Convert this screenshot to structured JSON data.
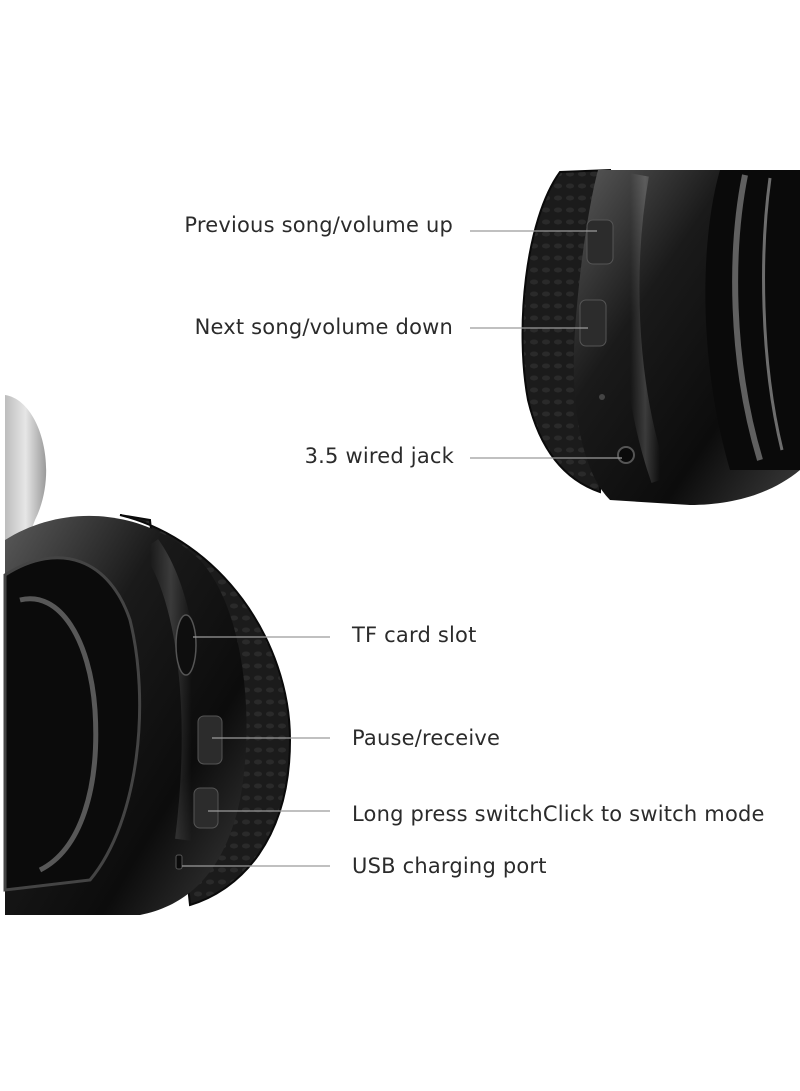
{
  "callouts_top": {
    "prev_song": "Previous song/volume up",
    "next_song": "Next song/volume down",
    "wired_jack": "3.5 wired jack"
  },
  "callouts_bottom": {
    "tf_card": "TF card slot",
    "pause": "Pause/receive",
    "long_press": "Long press switchClick to switch mode",
    "usb_port": "USB charging port"
  },
  "colors": {
    "background": "#ffffff",
    "cup_dark": "#151515",
    "cup_mid": "#3a3a3a",
    "leader_line": "#9a9a9a",
    "text": "#2b2b2b"
  }
}
